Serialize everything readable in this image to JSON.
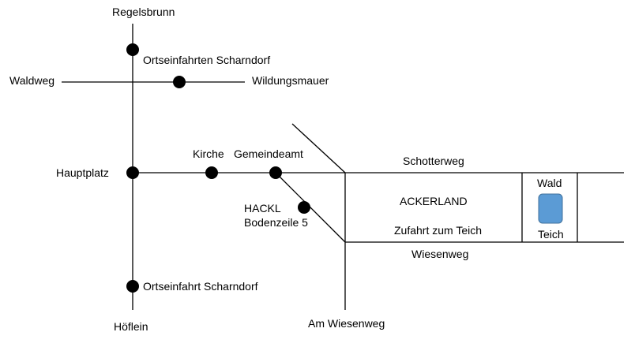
{
  "colors": {
    "line": "#000000",
    "dot": "#000000",
    "pond_fill": "#5b9bd5",
    "pond_stroke": "#41719c"
  },
  "labels": {
    "regelsbrunn": "Regelsbrunn",
    "ortseinfahrten_top": "Ortseinfahrten Scharndorf",
    "waldweg": "Waldweg",
    "wildungsmauer": "Wildungsmauer",
    "kirche": "Kirche",
    "gemeindeamt": "Gemeindeamt",
    "hauptplatz": "Hauptplatz",
    "schotterweg": "Schotterweg",
    "wald": "Wald",
    "ackerland": "ACKERLAND",
    "hackl": "HACKL\nBodenzeile 5",
    "zufahrt": "Zufahrt zum Teich",
    "teich": "Teich",
    "wiesenweg": "Wiesenweg",
    "ortseinfahrt_bottom": "Ortseinfahrt Scharndorf",
    "hoeflein": "Höflein",
    "am_wiesenweg": "Am Wiesenweg"
  }
}
